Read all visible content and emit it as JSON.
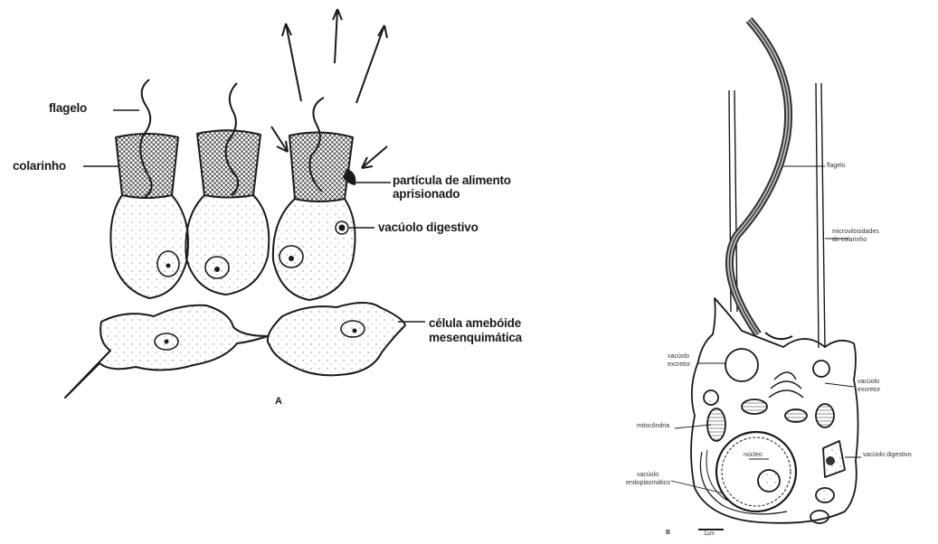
{
  "figure_a": {
    "labels": {
      "flagelo": "flagelo",
      "colarinho": "colarinho",
      "particula_line1": "partícula de alimento",
      "particula_line2": "aprisionado",
      "vacuolo": "vacúolo digestivo",
      "ameboide_line1": "célula amebóide",
      "ameboide_line2": "mesenquimática",
      "panel_letter": "A"
    }
  },
  "figure_b": {
    "labels": {
      "flagelo": "flagelo",
      "microvilosidades_line1": "microvilosidades",
      "microvilosidades_line2": "do colarinho",
      "vacuolo_excretor_left_line1": "vacúolo",
      "vacuolo_excretor_left_line2": "excretor",
      "vacuolo_excretor_right_line1": "vacúolo",
      "vacuolo_excretor_right_line2": "excretor",
      "mitocondria": "mitocôndria",
      "nucleo": "núcleo",
      "vacuolo_digestivo": "vacúolo digestivo",
      "vacuolo_endoplasmatico_line1": "vacúolo",
      "vacuolo_endoplasmatico_line2": "endoplasmático",
      "scale": "1μm",
      "panel_letter": "B"
    }
  },
  "colors": {
    "ink": "#1a1a1a",
    "paper": "#ffffff"
  }
}
